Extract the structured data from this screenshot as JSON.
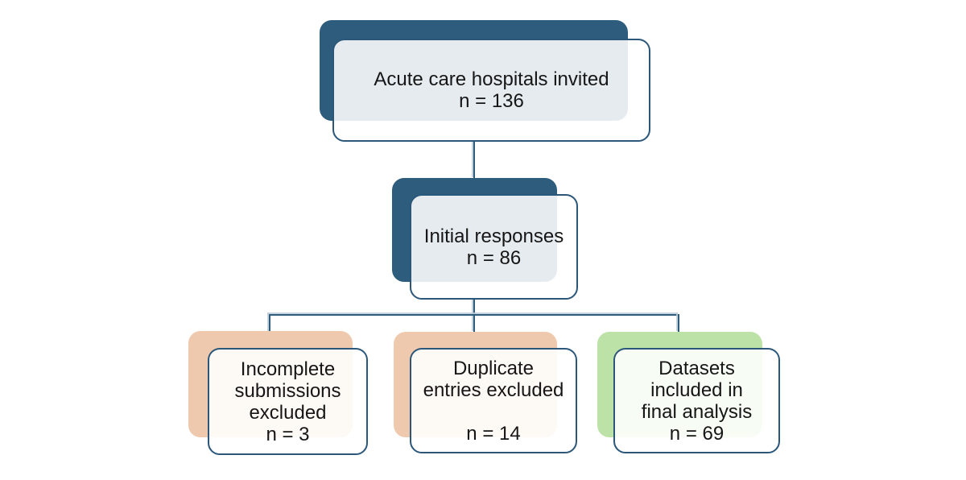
{
  "flowchart": {
    "description": "Study flow diagram of hospital survey dataset inclusion",
    "colors": {
      "teal_shadow": "#2E5C7C",
      "peach_shadow": "#EFC9AE",
      "green_shadow": "#BDE2A7",
      "card_border": "#2B577B",
      "card_fill": "rgba(255,255,255,0.88)",
      "connector": "#2E5C7C",
      "text": "#161616",
      "background": "#ffffff"
    },
    "nodes": [
      {
        "id": "hospitals-invited",
        "n": 136,
        "lines": [
          "Acute care hospitals invited",
          "n = 136"
        ]
      },
      {
        "id": "initial-responses",
        "n": 86,
        "lines": [
          "Initial responses",
          "n = 86"
        ]
      },
      {
        "id": "incomplete-excluded",
        "n": 3,
        "lines": [
          "Incomplete",
          "submissions",
          "excluded",
          "n = 3"
        ]
      },
      {
        "id": "duplicates-excluded",
        "n": 14,
        "lines": [
          "Duplicate",
          "entries excluded",
          "",
          "n = 14"
        ]
      },
      {
        "id": "final-analysis",
        "n": 69,
        "lines": [
          "Datasets",
          "included in",
          "final analysis",
          "n = 69"
        ]
      }
    ]
  }
}
